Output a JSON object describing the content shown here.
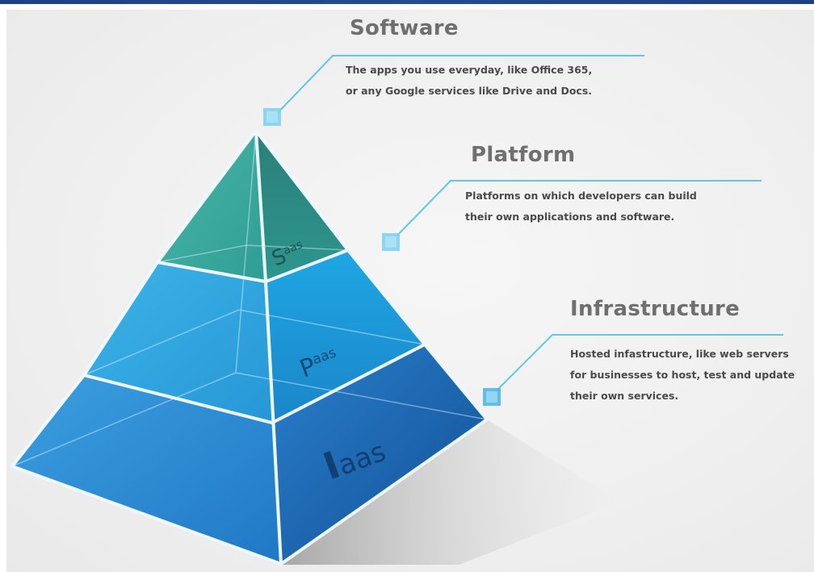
{
  "layers": [
    {
      "key": "software",
      "title": "Software",
      "description_lines": [
        "The apps you use everyday, like Office 365,",
        "or any Google services like Drive and Docs."
      ],
      "pyramid_label": {
        "initial": "S",
        "rest": "aas"
      }
    },
    {
      "key": "platform",
      "title": "Platform",
      "description_lines": [
        "Platforms on which developers can build",
        "their own applications and software."
      ],
      "pyramid_label": {
        "initial": "P",
        "rest": "aas"
      }
    },
    {
      "key": "infrastructure",
      "title": "Infrastructure",
      "description_lines": [
        "Hosted infastructure, like web servers",
        "for businesses to host, test and update",
        "their own services."
      ],
      "pyramid_label": {
        "initial": "I",
        "rest": "aas"
      }
    }
  ],
  "colors": {
    "top_bar": "#22458f",
    "background": "#efefef",
    "heading": "#6f6f6f",
    "description": "#4a4a4a",
    "connector_line": "#5ec6ee",
    "marker": "#7fd2f2",
    "saas_front": "#3aa89a",
    "saas_side": "#2c8f86",
    "paas_front": "#2aa2de",
    "paas_side": "#1d8ccc",
    "iaas_front": "#2b88d0",
    "iaas_side": "#1d6ab2",
    "edge": "#eaf6fb"
  }
}
